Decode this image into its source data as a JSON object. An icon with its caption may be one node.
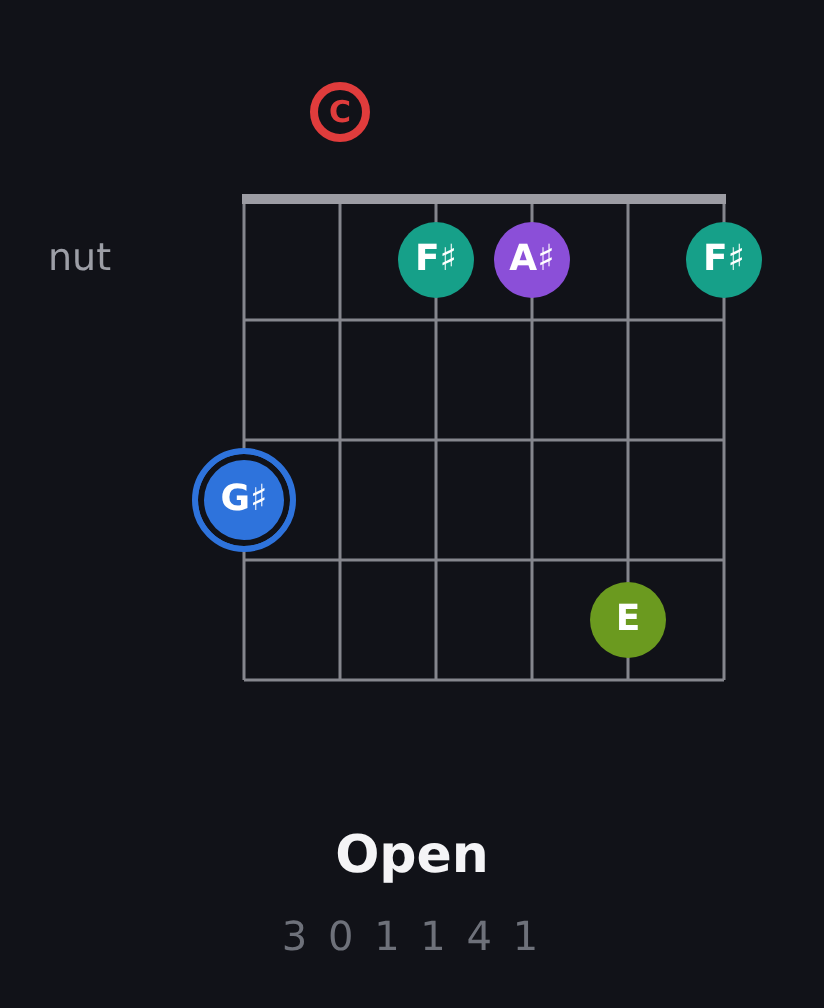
{
  "diagram": {
    "title": "Open",
    "nodes": [
      {
        "text": [
          "C"
        ]
      },
      {
        "text": [
          "F♯"
        ]
      },
      {
        "text": [
          "A♯"
        ]
      },
      {
        "text": [
          "F♯"
        ]
      },
      {
        "text": [
          "G♯"
        ]
      },
      {
        "text": [
          "E"
        ]
      }
    ],
    "labels": [
      "nut",
      "3 0 1 1 4 1"
    ]
  }
}
